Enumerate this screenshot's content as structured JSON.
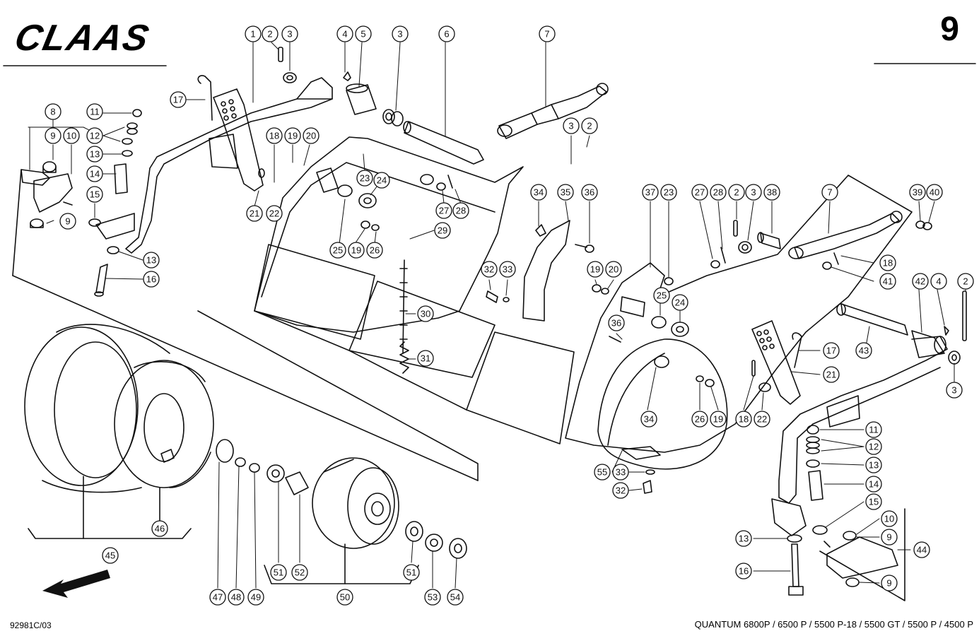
{
  "header": {
    "brand": "CLAAS",
    "page_number": "9"
  },
  "footer": {
    "doc_ref": "92981C/03",
    "models": "QUANTUM 6800P / 6500 P / 5500 P-18 / 5500 GT / 5500 P / 4500 P"
  },
  "callouts": [
    "1",
    "2",
    "3",
    "4",
    "5",
    "6",
    "7",
    "8",
    "9",
    "10",
    "11",
    "12",
    "13",
    "14",
    "15",
    "16",
    "17",
    "18",
    "19",
    "20",
    "21",
    "22",
    "23",
    "24",
    "25",
    "26",
    "27",
    "28",
    "29",
    "30",
    "31",
    "32",
    "33",
    "34",
    "35",
    "36",
    "37",
    "38",
    "39",
    "40",
    "41",
    "42",
    "43",
    "44",
    "45",
    "46",
    "47",
    "48",
    "49",
    "50",
    "51",
    "52",
    "53",
    "54",
    "55"
  ],
  "colors": {
    "ink": "#111111",
    "paper": "#ffffff"
  }
}
